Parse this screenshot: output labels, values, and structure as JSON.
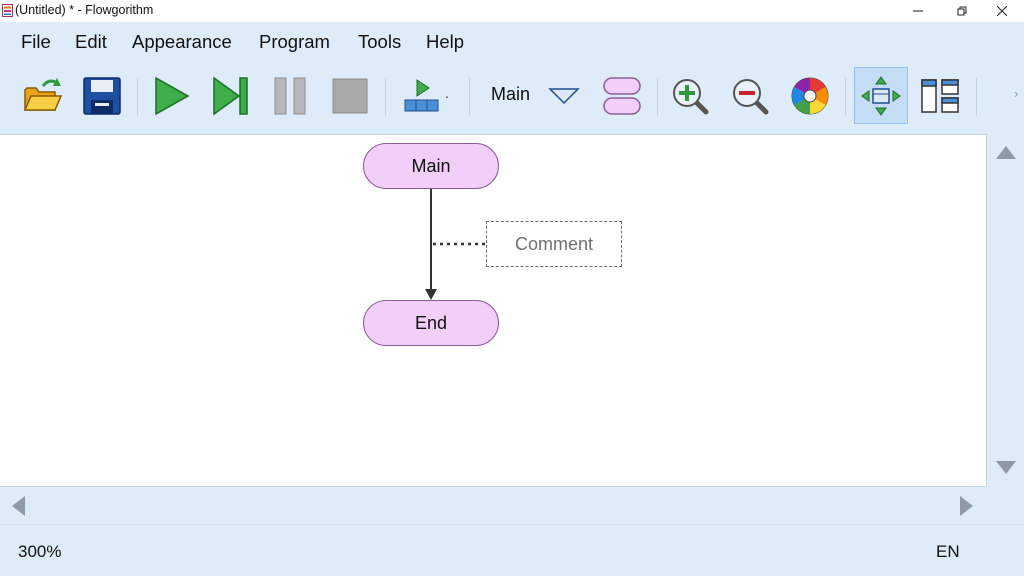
{
  "window": {
    "title": "(Untitled) * - Flowgorithm",
    "minimize_glyph": "─",
    "restore_glyph": "❐",
    "close_glyph": "✕"
  },
  "menu": {
    "items": [
      "File",
      "Edit",
      "Appearance",
      "Program",
      "Tools",
      "Help"
    ]
  },
  "toolbar": {
    "buttons": [
      {
        "name": "open-button",
        "icon": "open-folder-icon"
      },
      {
        "name": "save-button",
        "icon": "floppy-disk-icon"
      },
      {
        "name": "run-button",
        "icon": "play-icon"
      },
      {
        "name": "step-button",
        "icon": "step-icon"
      },
      {
        "name": "pause-button",
        "icon": "pause-icon",
        "enabled": false
      },
      {
        "name": "stop-button",
        "icon": "stop-icon",
        "enabled": false
      },
      {
        "name": "execution-speed-button",
        "icon": "speed-icon"
      },
      {
        "name": "function-dropdown",
        "icon": "dropdown-triangle-icon"
      },
      {
        "name": "add-function-button",
        "icon": "function-icon"
      },
      {
        "name": "zoom-in-button",
        "icon": "zoom-in-icon"
      },
      {
        "name": "zoom-out-button",
        "icon": "zoom-out-icon"
      },
      {
        "name": "appearance-button",
        "icon": "color-wheel-icon"
      },
      {
        "name": "fit-layout-button",
        "icon": "layout-arrows-icon",
        "active": true
      },
      {
        "name": "panels-button",
        "icon": "panels-icon"
      }
    ],
    "speed_dot": "·",
    "current_function": "Main",
    "overflow_glyph": "›"
  },
  "flowchart": {
    "start_node": "Main",
    "end_node": "End",
    "comment": "Comment"
  },
  "status": {
    "zoom": "300%",
    "language": "EN"
  },
  "colors": {
    "chrome_bg": "#deebf9",
    "node_fill": "#f2cff8",
    "node_border": "#8c5c9a",
    "run_green": "#3fae4a",
    "save_blue": "#1f4fa3"
  }
}
